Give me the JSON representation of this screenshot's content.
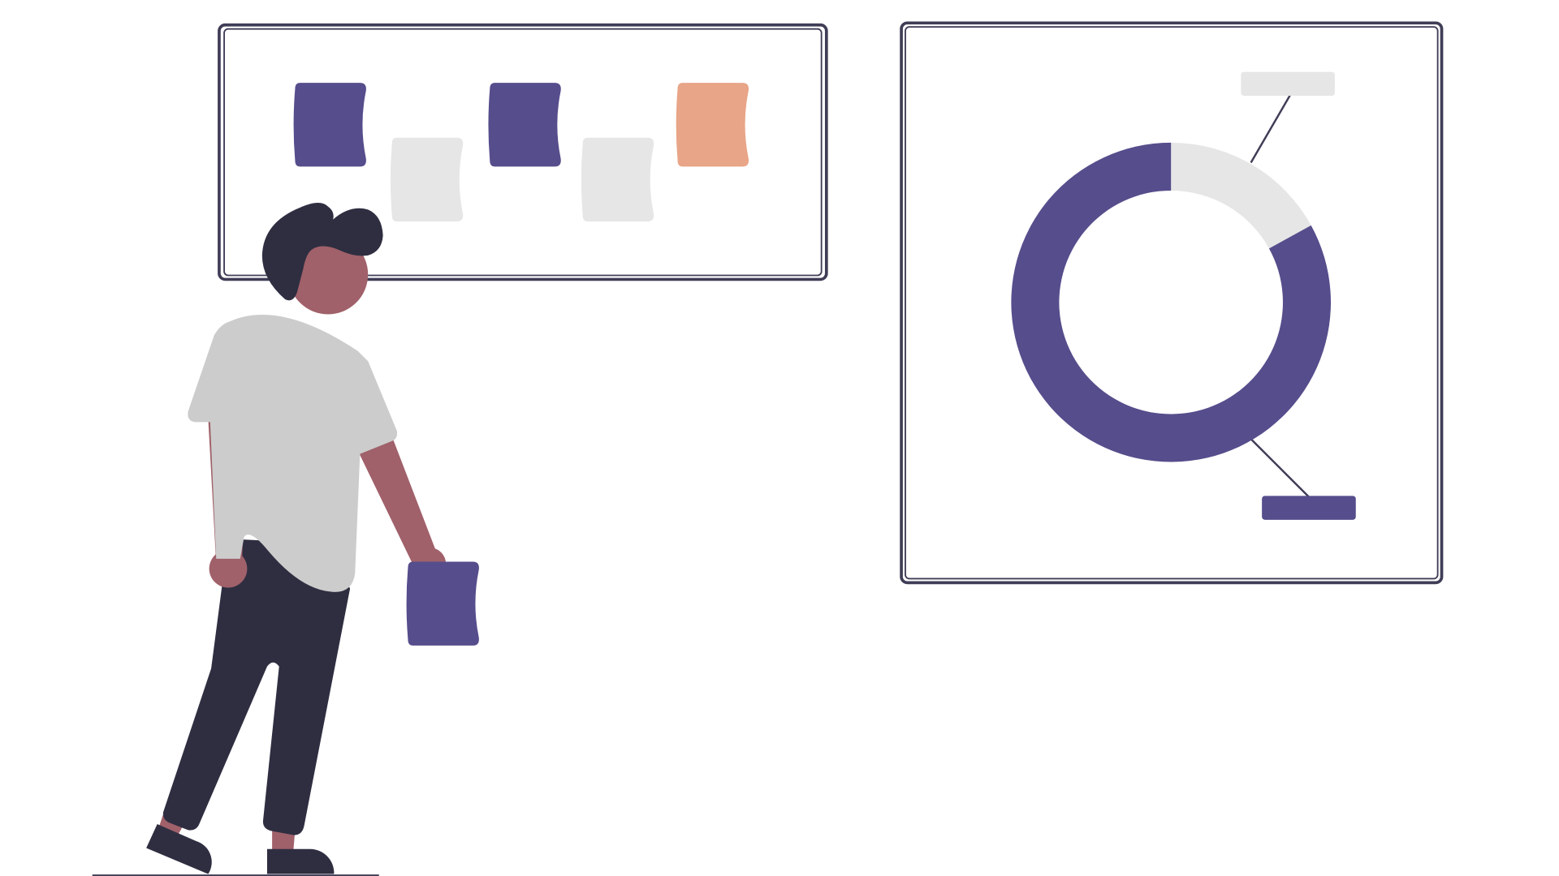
{
  "colors": {
    "primary": "#564d8c",
    "accent": "#e8a587",
    "muted": "#e6e6e6",
    "outline": "#3f3d56",
    "dark": "#2f2e41",
    "skin": "#a0616a",
    "shirt": "#cccccc"
  },
  "board_cards": [
    {
      "color": "primary",
      "row": "top"
    },
    {
      "color": "muted",
      "row": "bottom"
    },
    {
      "color": "primary",
      "row": "top"
    },
    {
      "color": "muted",
      "row": "bottom"
    },
    {
      "color": "accent",
      "row": "top"
    }
  ],
  "donut": {
    "segments": [
      {
        "color": "muted",
        "fraction": 0.17
      },
      {
        "color": "primary",
        "fraction": 0.83
      }
    ]
  }
}
